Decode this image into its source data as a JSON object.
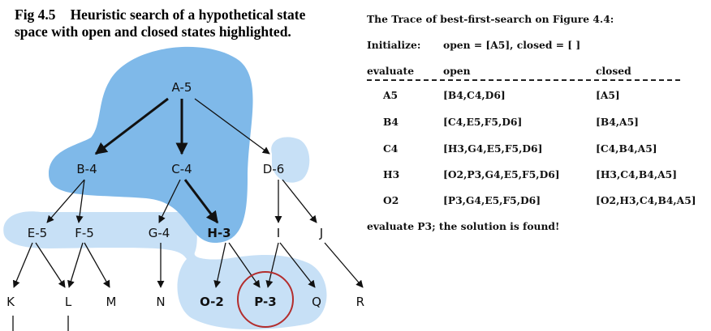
{
  "figure": {
    "number": "Fig 4.5",
    "title_line1": "Heuristic search of a hypothetical state",
    "title_line2": "space with open and closed states highlighted."
  },
  "tree": {
    "nodes": {
      "A": "A-5",
      "B": "B-4",
      "C": "C-4",
      "D": "D-6",
      "E": "E-5",
      "F": "F-5",
      "G": "G-4",
      "H": "H-3",
      "I": "I",
      "J": "J",
      "K": "K",
      "L": "L",
      "M": "M",
      "N": "N",
      "O": "O-2",
      "P": "P-3",
      "Q": "Q",
      "R": "R"
    },
    "colors": {
      "closed": "#7fb9e9",
      "open": "#c7e0f6",
      "solution_circle": "#b32d2d",
      "edge": "#111111"
    }
  },
  "trace": {
    "heading": "The Trace of best-first-search on Figure 4.4:",
    "init_label": "Initialize:",
    "init_value": "open = [A5], closed = [ ]",
    "col_evaluate": "evaluate",
    "col_open": "open",
    "col_closed": "closed",
    "rows": [
      {
        "evaluate": "A5",
        "open": "[B4,C4,D6]",
        "closed": "[A5]"
      },
      {
        "evaluate": "B4",
        "open": "[C4,E5,F5,D6]",
        "closed": "[B4,A5]"
      },
      {
        "evaluate": "C4",
        "open": "[H3,G4,E5,F5,D6]",
        "closed": "[C4,B4,A5]"
      },
      {
        "evaluate": "H3",
        "open": "[O2,P3,G4,E5,F5,D6]",
        "closed": "[H3,C4,B4,A5]"
      },
      {
        "evaluate": "O2",
        "open": "[P3,G4,E5,F5,D6]",
        "closed": "[O2,H3,C4,B4,A5]"
      }
    ],
    "footer": "evaluate P3; the solution is found!"
  }
}
